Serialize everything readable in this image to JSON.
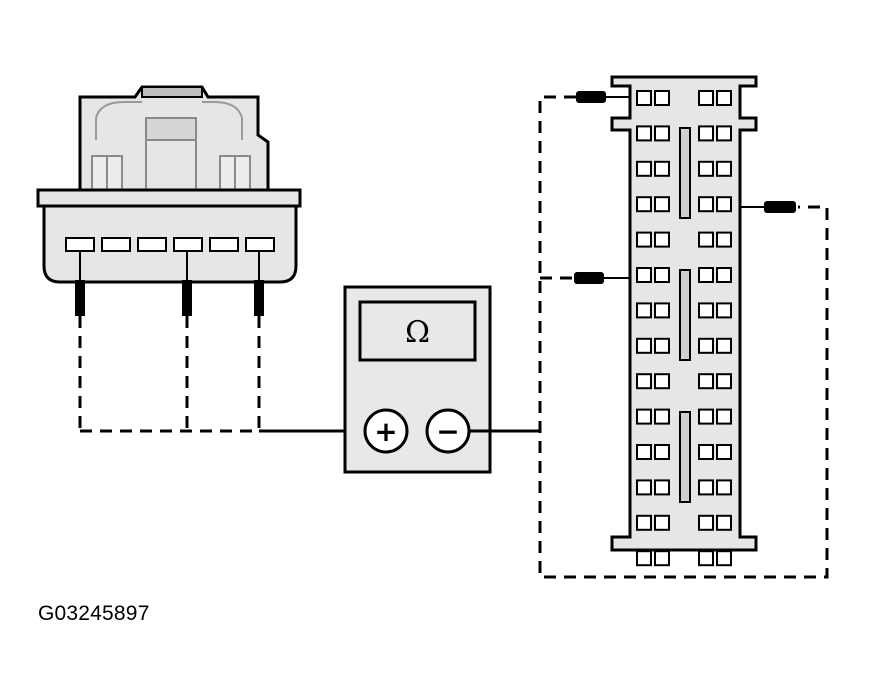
{
  "figure": {
    "id_label": "G03245897"
  },
  "meter": {
    "symbol": "Ω",
    "positive_sign": "+",
    "negative_sign": "−"
  },
  "connector_a": {
    "terminal_count": 6,
    "probed_terminals": 3
  },
  "connector_b": {
    "rows": 14,
    "pins_per_row": 4,
    "probed_pins": 3
  },
  "colors": {
    "line": "#000000",
    "connector_fill": "#e6e6e6",
    "connector_detail": "#d0d0d0",
    "background": "#ffffff"
  }
}
